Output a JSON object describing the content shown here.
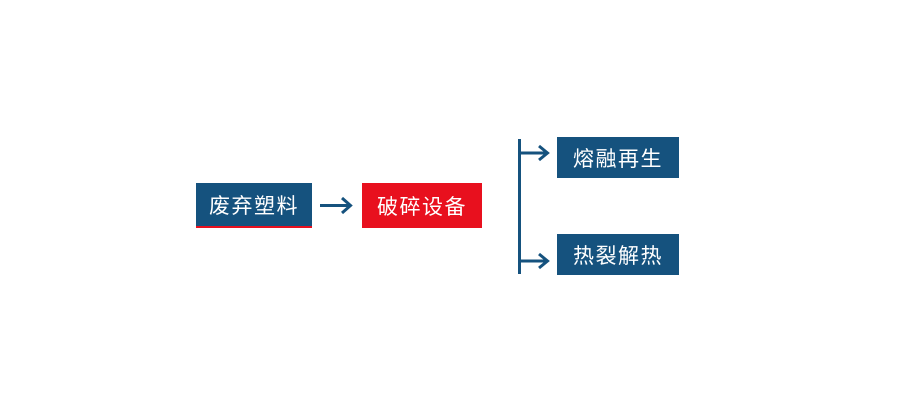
{
  "diagram": {
    "type": "flowchart",
    "background": "#ffffff",
    "colors": {
      "primary_blue": "#15527e",
      "accent_red": "#e8101e",
      "node_text": "#ffffff",
      "connector": "#15527e"
    },
    "nodes": [
      {
        "id": "waste-plastic",
        "label": "废弃塑料",
        "fill": "#15527e",
        "accent_underline": "#e8101e"
      },
      {
        "id": "crushing-equipment",
        "label": "破碎设备",
        "fill": "#e8101e"
      },
      {
        "id": "melt-regeneration",
        "label": "熔融再生",
        "fill": "#15527e"
      },
      {
        "id": "pyrolysis",
        "label": "热裂解热",
        "fill": "#15527e"
      }
    ],
    "edges": [
      {
        "from": "waste-plastic",
        "to": "crushing-equipment",
        "type": "right-arrow"
      },
      {
        "from": "crushing-equipment",
        "to": "melt-regeneration",
        "type": "branch-right-arrow"
      },
      {
        "from": "crushing-equipment",
        "to": "pyrolysis",
        "type": "branch-right-arrow"
      }
    ]
  }
}
